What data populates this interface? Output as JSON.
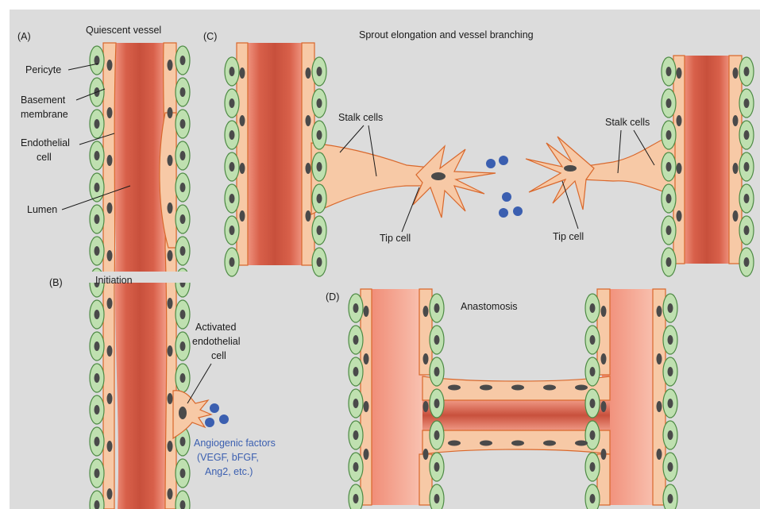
{
  "panels": {
    "A": {
      "letter": "(A)",
      "title": "Quiescent vessel",
      "labels": {
        "pericyte": "Pericyte",
        "basement_1": "Basement",
        "basement_2": "membrane",
        "endothelial_1": "Endothelial",
        "endothelial_2": "cell",
        "lumen": "Lumen"
      }
    },
    "B": {
      "letter": "(B)",
      "title": "Initiation",
      "labels": {
        "activated_1": "Activated",
        "activated_2": "endothelial",
        "activated_3": "cell",
        "factors_1": "Angiogenic factors",
        "factors_2": "(VEGF, bFGF,",
        "factors_3": "Ang2, etc.)"
      }
    },
    "C": {
      "letter": "(C)",
      "title": "Sprout elongation and vessel branching",
      "labels": {
        "stalk_left": "Stalk cells",
        "stalk_right": "Stalk cells",
        "tip_left": "Tip cell",
        "tip_right": "Tip cell"
      }
    },
    "D": {
      "letter": "(D)",
      "title": "Anastomosis"
    }
  },
  "colors": {
    "background": "#dcdcdc",
    "lumen_dark": "#c8503c",
    "lumen_light": "#f4a08c",
    "endothelial": "#f7c9a6",
    "endothelial_stroke": "#d9682c",
    "pericyte": "#bfe0b0",
    "pericyte_stroke": "#4d8a44",
    "nucleus": "#4a4a4a",
    "factor_dot": "#3b5fb0",
    "text": "#1a1a1a",
    "factor_text": "#3b5fb0"
  }
}
